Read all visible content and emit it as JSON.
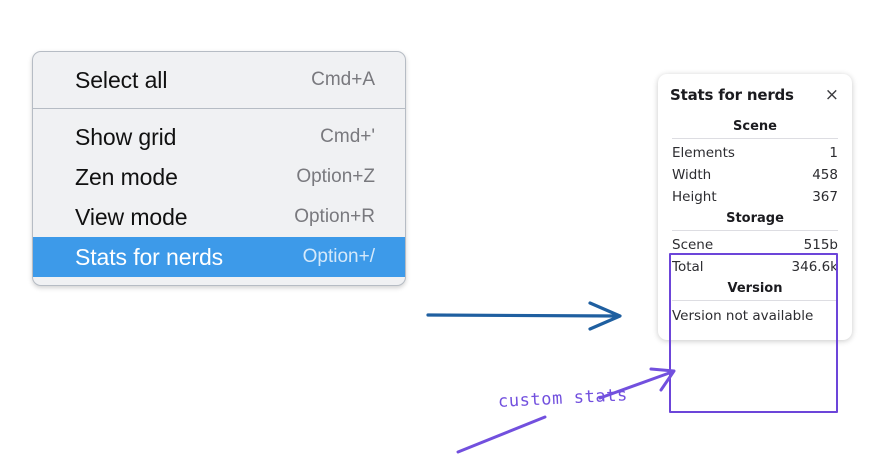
{
  "context_menu": {
    "groups": [
      {
        "items": [
          {
            "label": "Select all",
            "shortcut": "Cmd+A",
            "selected": false
          }
        ]
      },
      {
        "items": [
          {
            "label": "Show grid",
            "shortcut": "Cmd+'",
            "selected": false
          },
          {
            "label": "Zen mode",
            "shortcut": "Option+Z",
            "selected": false
          },
          {
            "label": "View mode",
            "shortcut": "Option+R",
            "selected": false
          },
          {
            "label": "Stats for nerds",
            "shortcut": "Option+/",
            "selected": true
          }
        ]
      }
    ],
    "highlight_color": "#3d9ae9",
    "background_color": "#f0f1f3"
  },
  "stats_panel": {
    "title": "Stats for nerds",
    "close_icon": "×",
    "sections": [
      {
        "heading": "Scene",
        "rows": [
          {
            "key": "Elements",
            "value": "1"
          },
          {
            "key": "Width",
            "value": "458"
          },
          {
            "key": "Height",
            "value": "367"
          }
        ]
      },
      {
        "heading": "Storage",
        "rows": [
          {
            "key": "Scene",
            "value": "515b"
          },
          {
            "key": "Total",
            "value": "346.6k"
          }
        ]
      },
      {
        "heading": "Version",
        "plain": "Version not available"
      }
    ]
  },
  "annotations": {
    "handwritten_label": "custom stats",
    "handwriting_color": "#7250de",
    "blue_arrow_color": "#1f5fa0",
    "highlight_box_color": "#6c45d9"
  }
}
